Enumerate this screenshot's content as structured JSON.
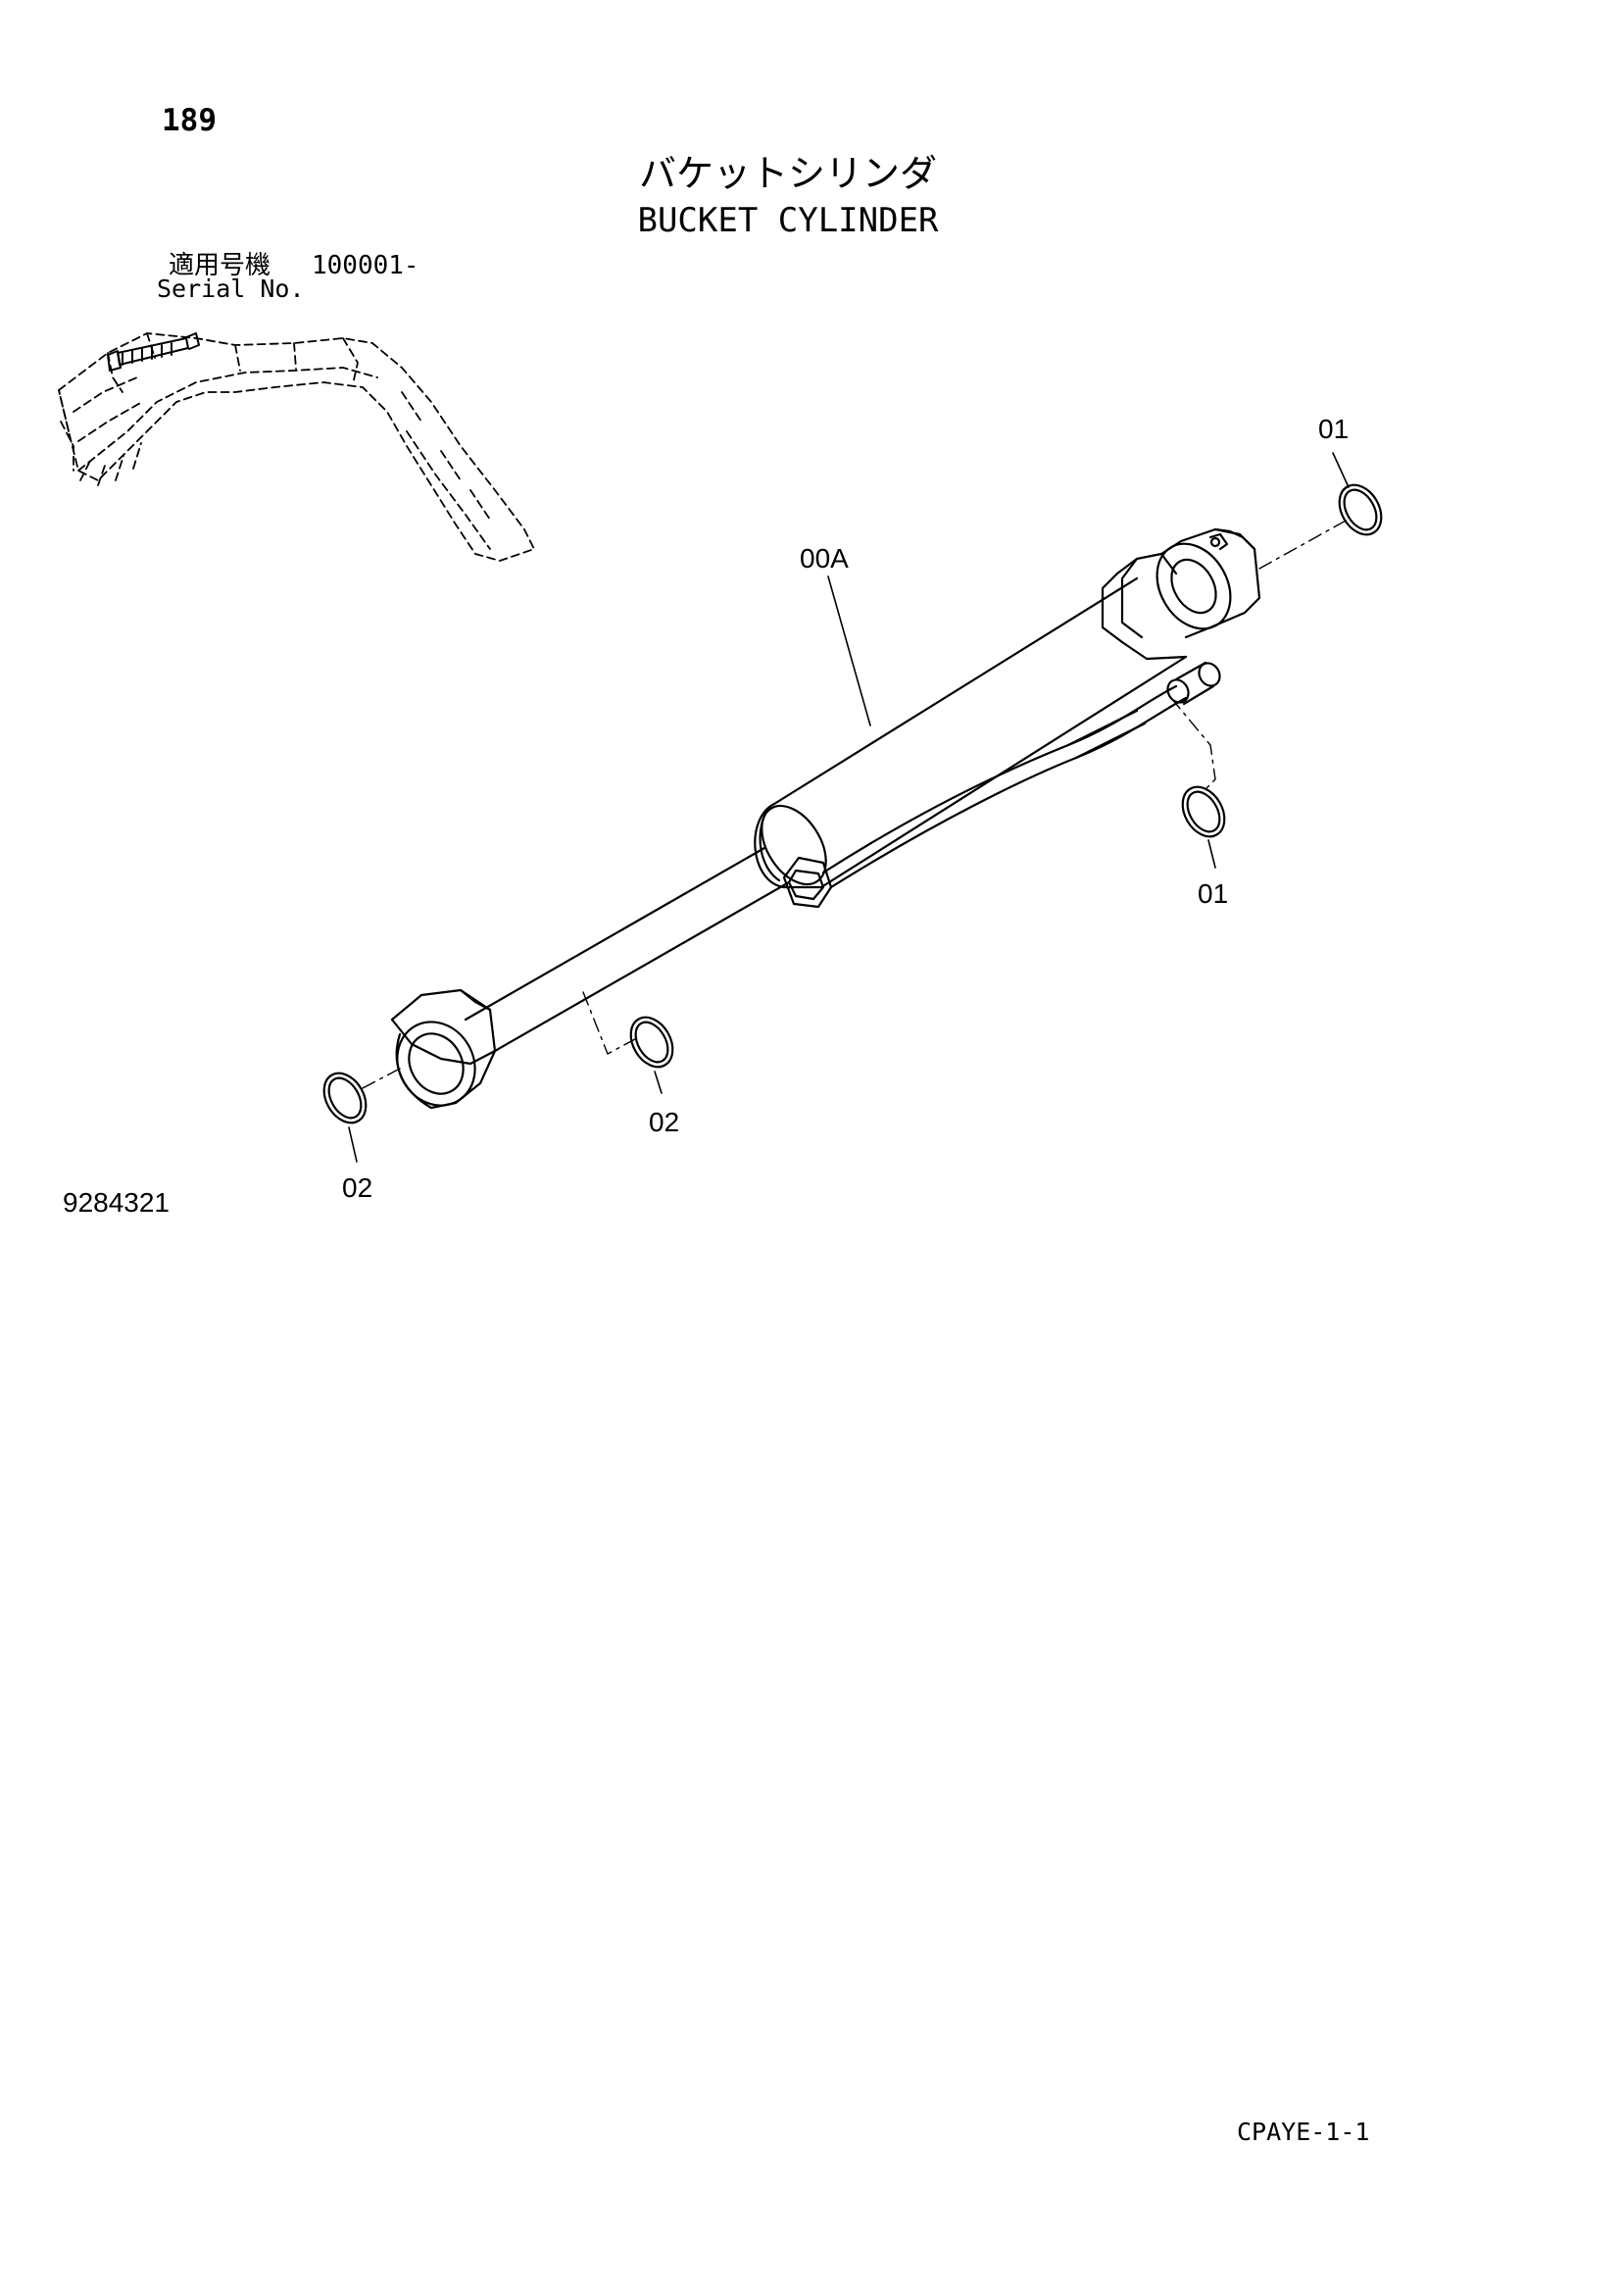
{
  "header": {
    "page_number": "189",
    "title_ja": "バケットシリンダ",
    "title_en": "BUCKET CYLINDER"
  },
  "serial": {
    "label_ja": "適用号機",
    "range": "100001-",
    "label_en": "Serial No."
  },
  "callouts": {
    "assembly": "00A",
    "seal_top": "01",
    "seal_mid": "01",
    "seal_rod_lower": "02",
    "seal_rod_end": "02"
  },
  "footer": {
    "illustration_number": "9284321",
    "page_code": "CPAYE-1-1"
  }
}
